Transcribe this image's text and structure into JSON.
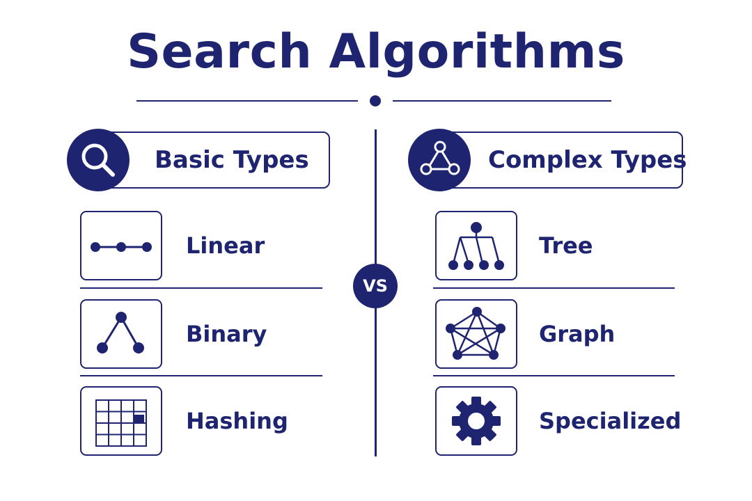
{
  "title": "Search Algorithms",
  "vs_label": "VS",
  "left_column": {
    "heading": "Basic Types",
    "heading_icon": "magnifier-icon",
    "items": [
      {
        "label": "Linear",
        "icon": "linear-nodes-icon"
      },
      {
        "label": "Binary",
        "icon": "binary-tree-icon"
      },
      {
        "label": "Hashing",
        "icon": "hash-grid-icon"
      }
    ]
  },
  "right_column": {
    "heading": "Complex Types",
    "heading_icon": "triangle-graph-icon",
    "items": [
      {
        "label": "Tree",
        "icon": "tree-icon"
      },
      {
        "label": "Graph",
        "icon": "network-graph-icon"
      },
      {
        "label": "Specialized",
        "icon": "gear-icon"
      }
    ]
  },
  "colors": {
    "primary": "#1e2470",
    "background": "#ffffff"
  }
}
